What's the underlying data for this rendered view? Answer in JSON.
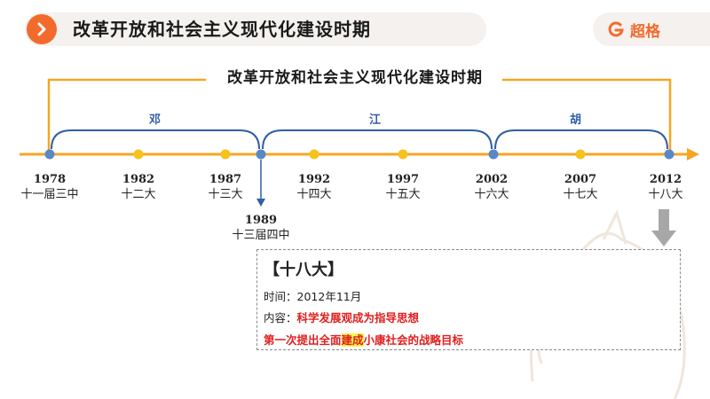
{
  "header": {
    "title": "改革开放和社会主义现代化建设时期",
    "brand": "超格",
    "colors": {
      "accent": "#f26b2c",
      "timeline": "#f5a623",
      "brace": "#2f5fa8"
    }
  },
  "timeline": {
    "period_title": "改革开放和社会主义现代化建设时期",
    "leaders": [
      "邓",
      "江",
      "胡"
    ],
    "points": [
      {
        "year": "1978",
        "congress": "十一届三中"
      },
      {
        "year": "1982",
        "congress": "十二大"
      },
      {
        "year": "1987",
        "congress": "十三大"
      },
      {
        "year": "1992",
        "congress": "十四大"
      },
      {
        "year": "1997",
        "congress": "十五大"
      },
      {
        "year": "2002",
        "congress": "十六大"
      },
      {
        "year": "2007",
        "congress": "十七大"
      },
      {
        "year": "2012",
        "congress": "十八大"
      }
    ],
    "extra": {
      "year": "1989",
      "congress": "十三届四中"
    }
  },
  "info": {
    "title": "【十八大】",
    "time_label": "时间：",
    "time_value": "2012年11月",
    "content_label": "内容：",
    "content_value": "科学发展观成为指导思想",
    "goal_before": "第一次提出全面",
    "goal_highlight": "建成",
    "goal_after": "小康社会的战略目标"
  }
}
